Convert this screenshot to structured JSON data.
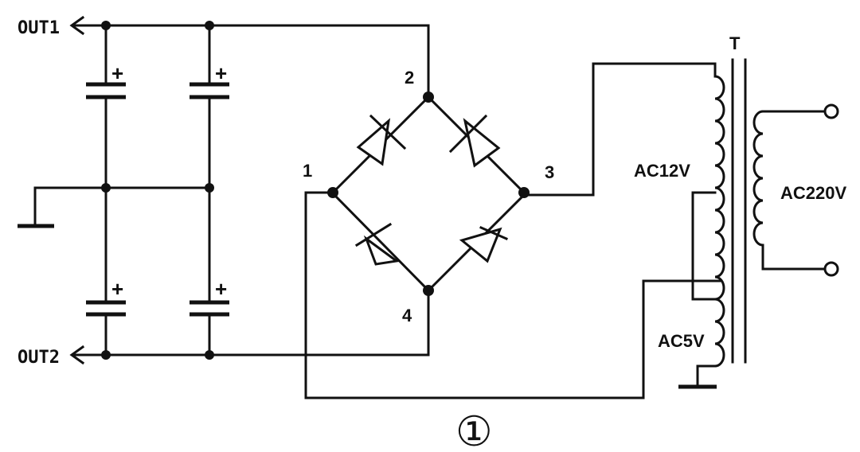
{
  "terminals": {
    "out1": "OUT1",
    "out2": "OUT2"
  },
  "bridge_nodes": {
    "n1": "1",
    "n2": "2",
    "n3": "3",
    "n4": "4"
  },
  "transformer": {
    "name": "T",
    "secondary_high": "AC12V",
    "secondary_low": "AC5V",
    "primary": "AC220V"
  },
  "capacitor_polarity": "+",
  "figure_marker": "①",
  "icons": {
    "ground": "ground-icon",
    "diode": "diode-icon",
    "capacitor": "capacitor-icon",
    "coil": "coil-icon",
    "arrow": "arrow-left-icon",
    "terminal": "open-terminal-icon"
  }
}
